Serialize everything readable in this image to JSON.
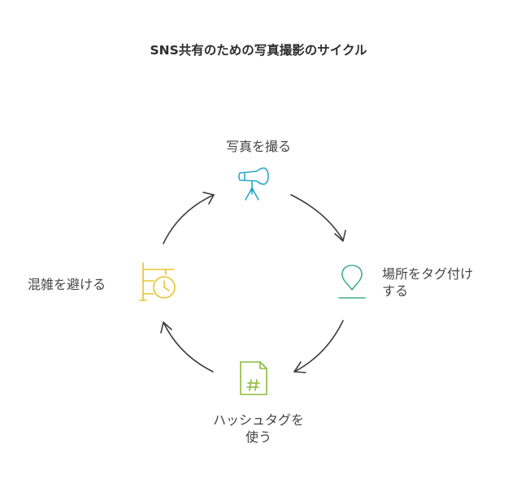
{
  "title": "SNS共有のための写真撮影のサイクル",
  "steps": [
    {
      "label": "写真を撮る",
      "icon": "camera-on-tripod-icon",
      "color": "#29a9c9"
    },
    {
      "label_line1": "場所をタグ付け",
      "label_line2": "する",
      "icon": "location-pin-icon",
      "color": "#3fae8a"
    },
    {
      "label_line1": "ハッシュタグを",
      "label_line2": "使う",
      "icon": "hashtag-document-icon",
      "color": "#8cba3c"
    },
    {
      "label": "混雑を避ける",
      "icon": "clock-signpost-icon",
      "color": "#e8c32e"
    }
  ],
  "arrow_color": "#3d3d3d"
}
